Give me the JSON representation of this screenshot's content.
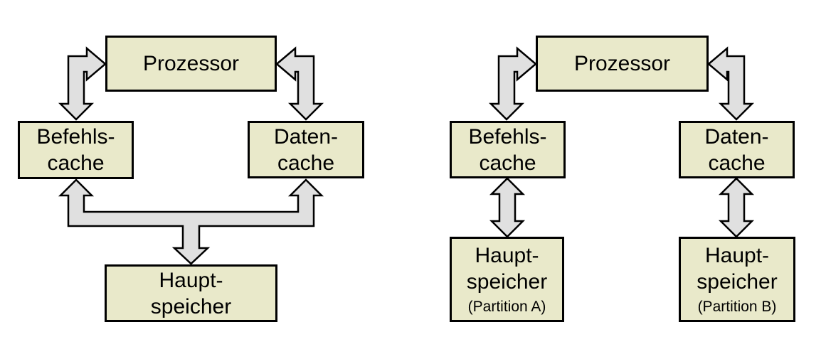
{
  "colors": {
    "background": "#ffffff",
    "box_fill": "#e9e9ca",
    "box_border": "#000000",
    "arrow_fill": "#e0e0e0",
    "arrow_border": "#000000",
    "text": "#000000"
  },
  "left_diagram": {
    "prozessor": "Prozessor",
    "befehls_cache_line1": "Befehls-",
    "befehls_cache_line2": "cache",
    "daten_cache_line1": "Daten-",
    "daten_cache_line2": "cache",
    "hauptspeicher_line1": "Haupt-",
    "hauptspeicher_line2": "speicher"
  },
  "right_diagram": {
    "prozessor": "Prozessor",
    "befehls_cache_line1": "Befehls-",
    "befehls_cache_line2": "cache",
    "daten_cache_line1": "Daten-",
    "daten_cache_line2": "cache",
    "hauptspeicher_a_line1": "Haupt-",
    "hauptspeicher_a_line2": "speicher",
    "hauptspeicher_a_line3": "(Partition A)",
    "hauptspeicher_b_line1": "Haupt-",
    "hauptspeicher_b_line2": "speicher",
    "hauptspeicher_b_line3": "(Partition B)"
  }
}
